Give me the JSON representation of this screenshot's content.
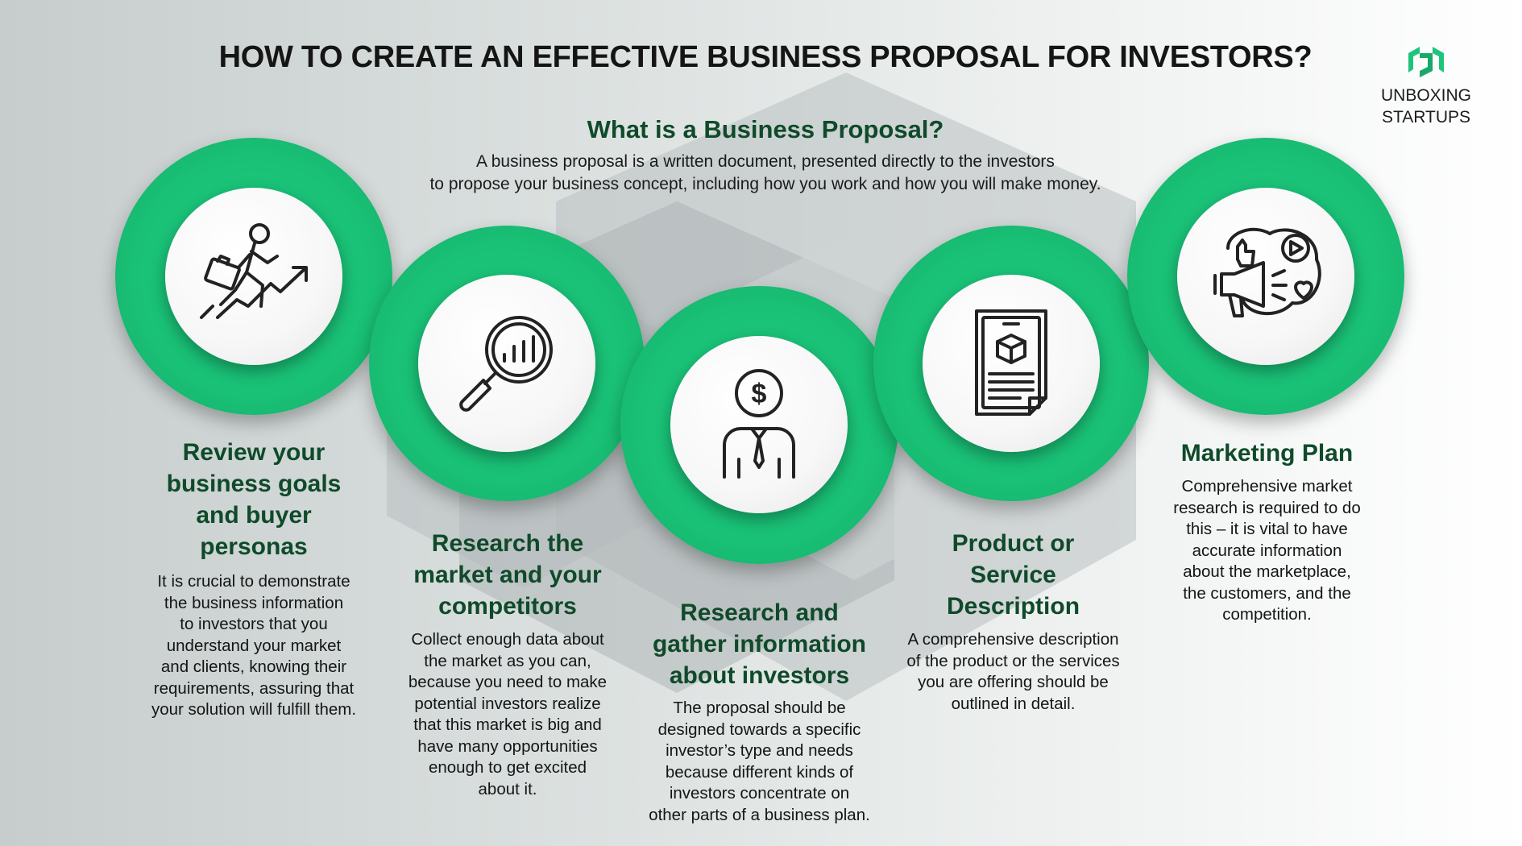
{
  "header": {
    "title": "HOW TO CREATE AN EFFECTIVE BUSINESS PROPOSAL FOR INVESTORS?"
  },
  "logo": {
    "line1": "UNBOXING",
    "line2": "STARTUPS",
    "icon": "unboxing-startups-logo-icon"
  },
  "intro": {
    "heading": "What is a Business Proposal?",
    "line1": "A business proposal is a written document, presented directly to the investors",
    "line2": "to propose your business concept, including how you work and how you will make money."
  },
  "colors": {
    "accent_green": "#1cc57c",
    "heading_green": "#0f4a2a",
    "title_dark": "#151515"
  },
  "steps": [
    {
      "icon": "businessman-climbing-growth-icon",
      "title_lines": [
        "Review your",
        "business goals",
        "and buyer",
        "personas"
      ],
      "desc_lines": [
        "It is crucial to demonstrate",
        "the business information",
        "to investors that you",
        "understand your market",
        "and clients, knowing their",
        "requirements, assuring that",
        "your solution will fulfill them."
      ]
    },
    {
      "icon": "magnifier-chart-icon",
      "title_lines": [
        "Research the",
        "market and your",
        "competitors"
      ],
      "desc_lines": [
        "Collect enough data about",
        "the market as you can,",
        "because you need to make",
        "potential investors realize",
        "that this market is big and",
        "have many opportunities",
        "enough to get excited",
        "about it."
      ]
    },
    {
      "icon": "investor-dollar-icon",
      "title_lines": [
        "Research and",
        "gather information",
        "about investors"
      ],
      "desc_lines": [
        "The proposal should be",
        "designed towards a specific",
        "investor’s type and needs",
        "because different kinds of",
        "investors concentrate on",
        "other parts of a business plan."
      ]
    },
    {
      "icon": "product-document-icon",
      "title_lines": [
        "Product or",
        "Service",
        "Description"
      ],
      "desc_lines": [
        "A comprehensive description",
        "of the product or the services",
        "you are offering should be",
        "outlined in detail."
      ]
    },
    {
      "icon": "megaphone-social-icon",
      "title_lines": [
        "Marketing Plan"
      ],
      "desc_lines": [
        "Comprehensive market",
        "research is required to do",
        "this – it is vital to have",
        "accurate information",
        "about the marketplace,",
        "the customers, and the",
        "competition."
      ]
    }
  ]
}
